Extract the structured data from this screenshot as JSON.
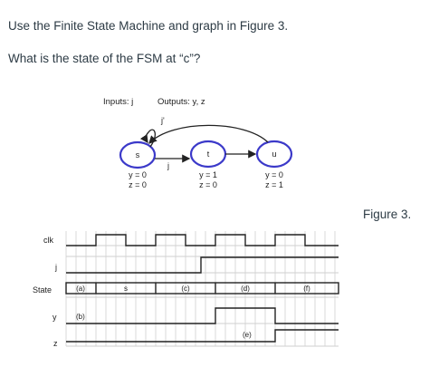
{
  "question": {
    "line1": "Use the Finite State Machine and graph in Figure 3.",
    "line2": "What is the state of the FSM at “c”?"
  },
  "figure_label": "Figure 3.",
  "fsm": {
    "inputs_label": "Inputs: j",
    "outputs_label": "Outputs: y, z",
    "states": [
      {
        "name": "s",
        "y": "y = 0",
        "z": "z = 0"
      },
      {
        "name": "t",
        "y": "y = 1",
        "z": "z = 0"
      },
      {
        "name": "u",
        "y": "y = 0",
        "z": "z = 1"
      }
    ],
    "self_loop_label": "j'",
    "transition_label": "j"
  },
  "timing": {
    "signals": [
      "clk",
      "j",
      "State",
      "y",
      "z"
    ],
    "state_cells": [
      "(a)",
      "s",
      "(c)",
      "(d)",
      "(f)"
    ],
    "markers": {
      "b": "(b)",
      "e": "(e)"
    }
  }
}
